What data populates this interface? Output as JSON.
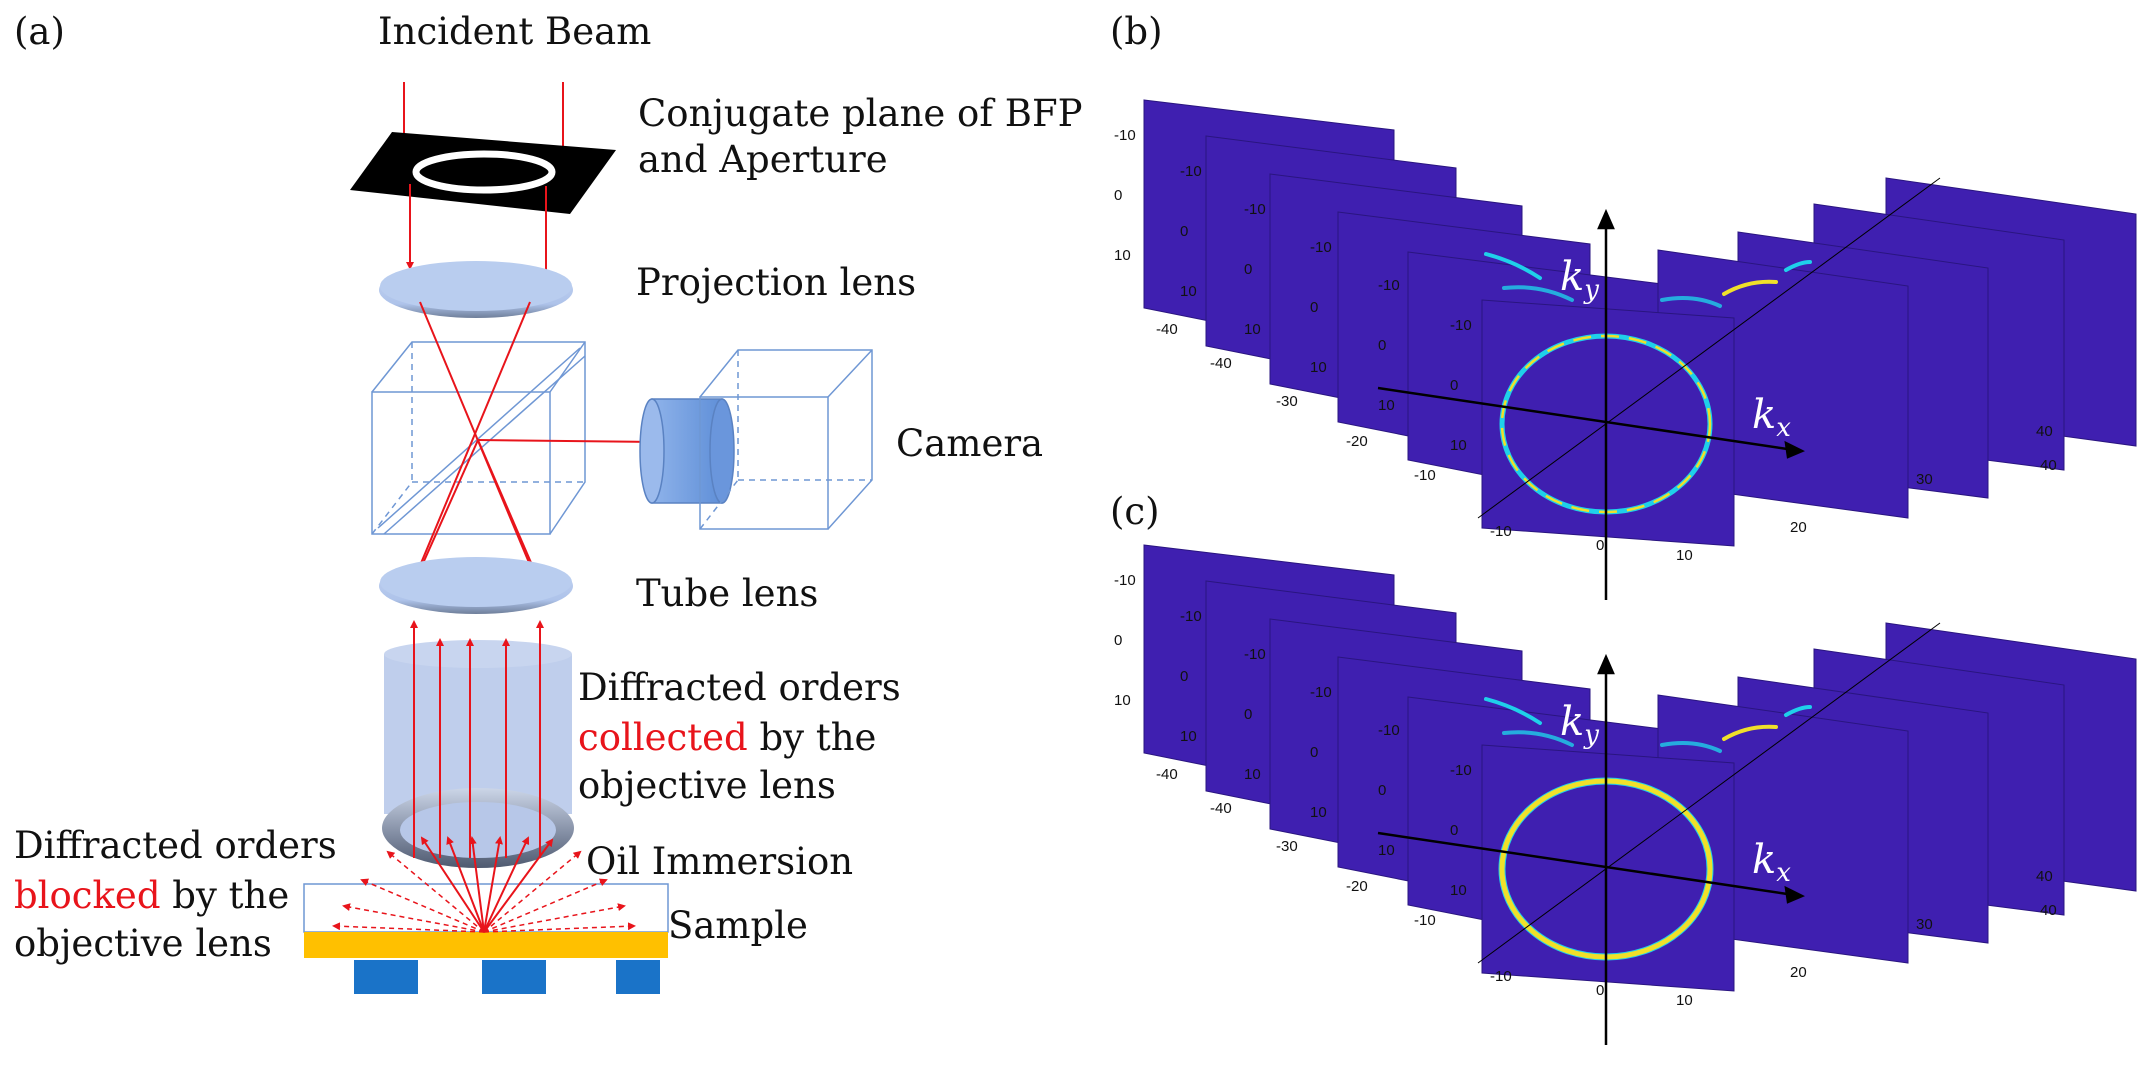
{
  "panel_labels": {
    "a": "(a)",
    "b": "(b)",
    "c": "(c)"
  },
  "schematic": {
    "incident_beam": "Incident Beam",
    "conjugate_line1": "Conjugate plane of BFP",
    "conjugate_line2": "and Aperture",
    "projection_lens": "Projection lens",
    "camera": "Camera",
    "tube_lens": "Tube lens",
    "collected": {
      "line1": "Diffracted orders",
      "line2_highlight": "collected",
      "line2_rest": " by the",
      "line3": "objective lens"
    },
    "blocked": {
      "line1": "Diffracted orders",
      "line2_highlight": "blocked",
      "line2_rest": " by the",
      "line3": "objective lens"
    },
    "oil_immersion": "Oil Immersion",
    "sample": "Sample"
  },
  "plots": {
    "kx_label": "k",
    "kx_sub": "x",
    "ky_label": "k",
    "ky_sub": "y",
    "tick_labels": {
      "left_sheets_y": [
        "-10",
        "0",
        "10"
      ],
      "left_sheets_x": [
        "-40",
        "-30",
        "-20",
        "-10",
        "0",
        "10",
        "20",
        "30",
        "40"
      ]
    }
  },
  "colors": {
    "beam": "#e8141b",
    "highlight_text": "#e8141b",
    "lens_fill": "#b3c8ec",
    "objective_fill": "#bccbeb",
    "cube_line": "#6f97d4",
    "camera_fill": "#7aa3e0",
    "sample_gold": "#ffc000",
    "substrate_blue": "#1a73c8",
    "sheet_fill": "#3f1fb0",
    "ring_cyan": "#1fd0ea",
    "ring_yellow": "#f0e02a"
  }
}
